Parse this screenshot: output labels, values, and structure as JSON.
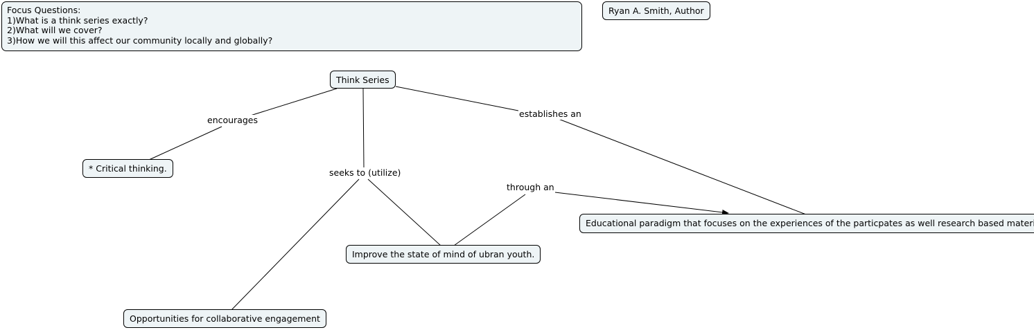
{
  "focus_questions": {
    "title": "Focus Questions:",
    "q1": "1)What is a think series exactly?",
    "q2": "2)What will we cover?",
    "q3": "3)How we will this affect our community locally and globally?"
  },
  "author": "Ryan A. Smith, Author",
  "concepts": {
    "think_series": "Think Series",
    "critical_thinking": "* Critical thinking.",
    "educational_paradigm": "Educational paradigm that focuses on the experiences of the particpates as well research based material.",
    "improve_state": "Improve the state of mind of ubran youth.",
    "opportunities": "Opportunities for collaborative engagement"
  },
  "linking_phrases": {
    "encourages": "encourages",
    "seeks_to": "seeks to (utilize)",
    "establishes": "establishes an",
    "through": "through an"
  },
  "colors": {
    "node_fill": "#eef4f6",
    "node_border": "#000000",
    "line": "#000000"
  }
}
